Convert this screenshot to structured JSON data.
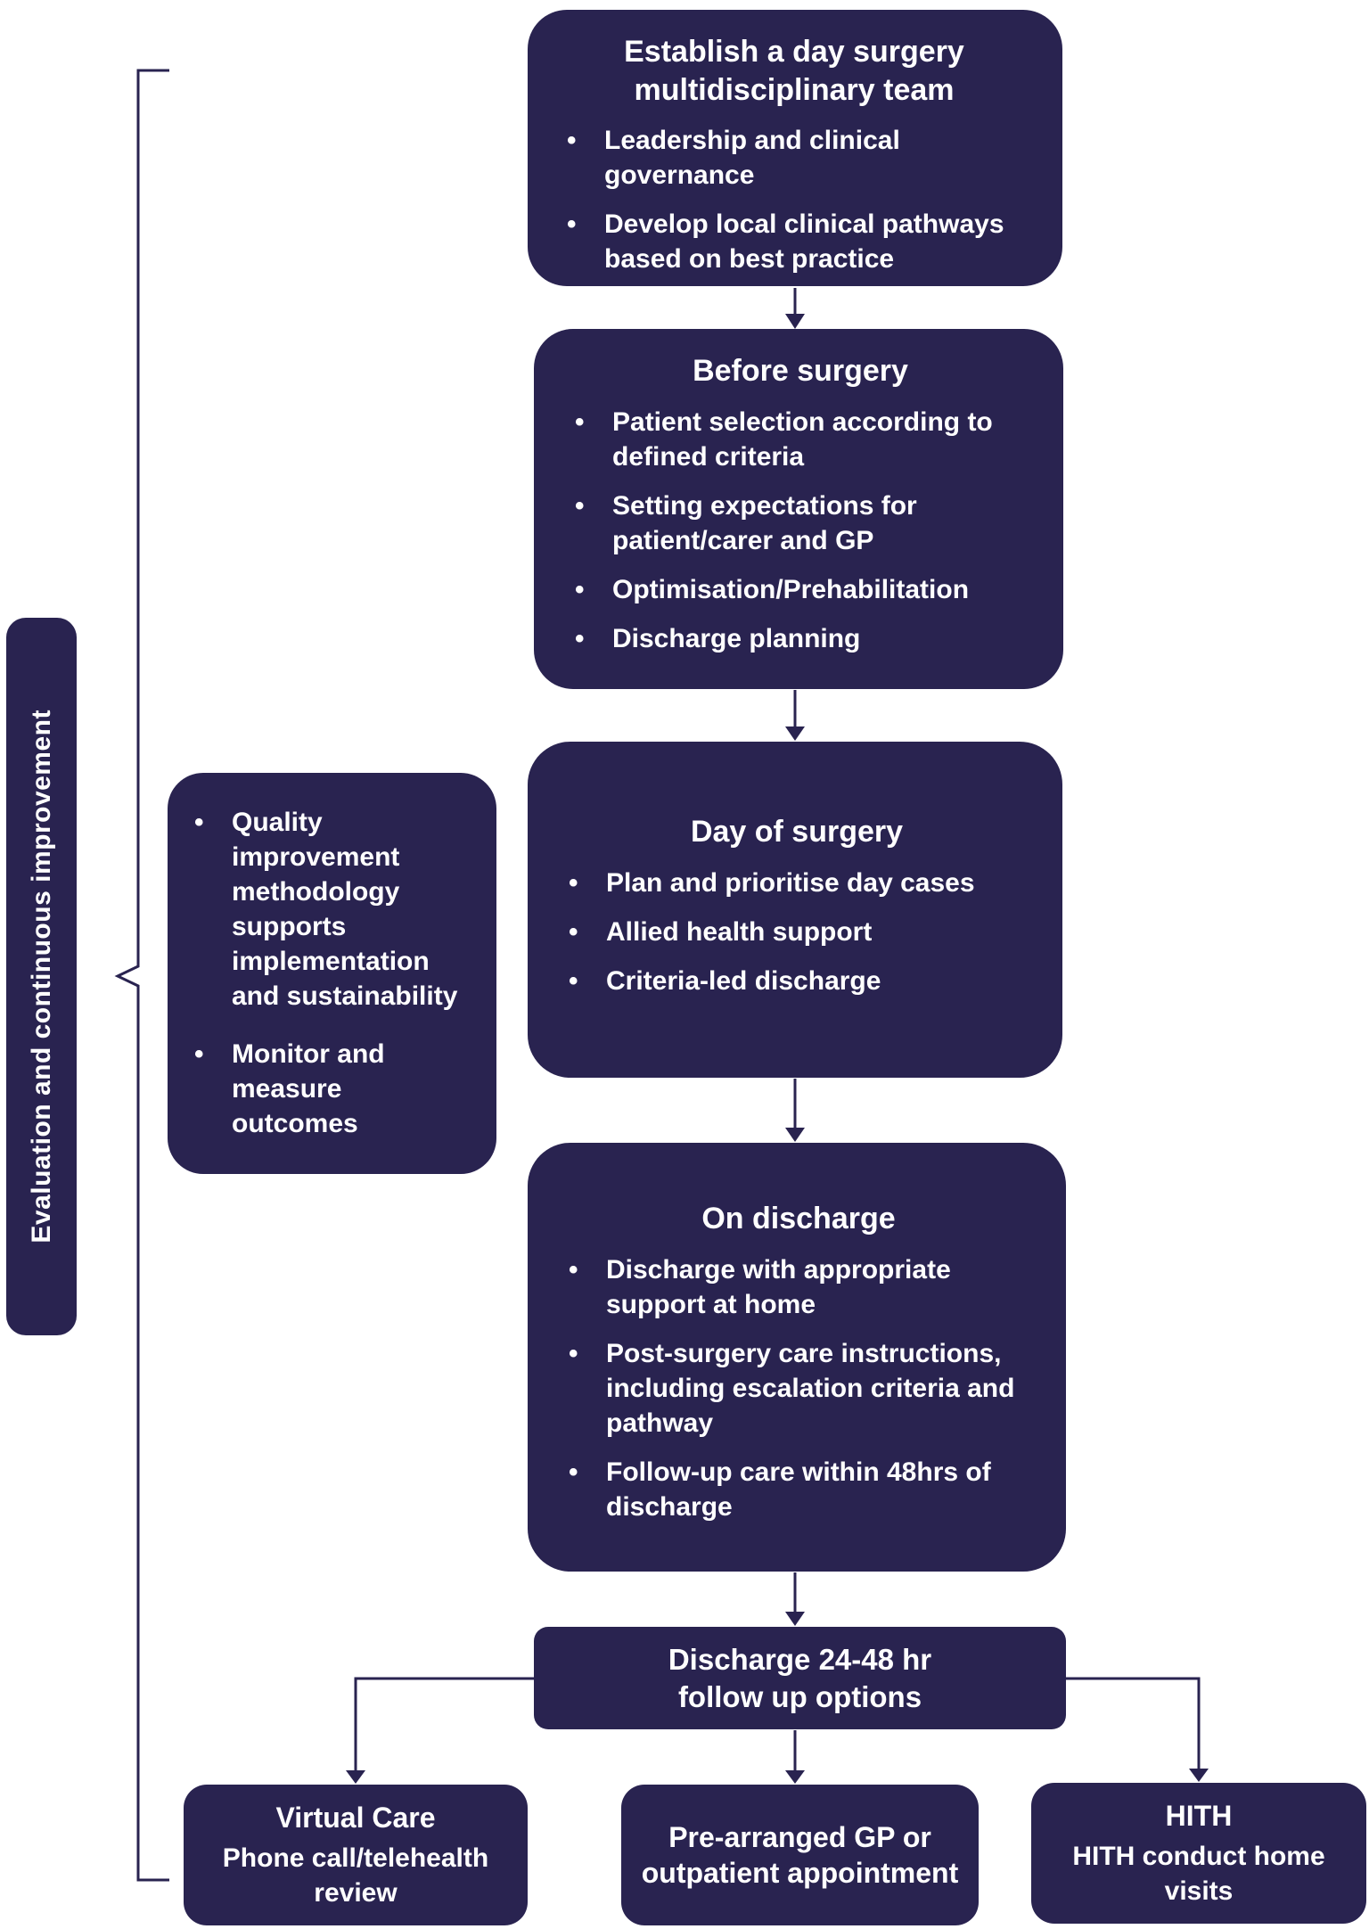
{
  "colors": {
    "navy": "#292350",
    "text": "#ffffff",
    "background": "#ffffff"
  },
  "sidebar": {
    "evaluation_label": "Evaluation and continuous improvement",
    "quality_box": {
      "bullets": [
        "Quality improvement methodology supports implementation and sustainability",
        "Monitor and measure outcomes"
      ]
    }
  },
  "flow": {
    "team": {
      "title": "Establish a day surgery\nmultidisciplinary team",
      "bullets": [
        "Leadership and clinical governance",
        "Develop local clinical pathways based on best practice"
      ]
    },
    "before_surgery": {
      "title": "Before surgery",
      "bullets": [
        "Patient selection according to defined criteria",
        "Setting expectations for patient/carer and GP",
        "Optimisation/Prehabilitation",
        "Discharge planning"
      ]
    },
    "day_of_surgery": {
      "title": "Day of surgery",
      "bullets": [
        "Plan and prioritise day cases",
        "Allied health support",
        "Criteria-led discharge"
      ]
    },
    "on_discharge": {
      "title": "On discharge",
      "bullets": [
        "Discharge with appropriate support at home",
        "Post-surgery care instructions, including escalation criteria and pathway",
        "Follow-up care within 48hrs of discharge"
      ]
    },
    "followup_options": {
      "title": "Discharge 24-48 hr\nfollow up options"
    },
    "virtual_care": {
      "title": "Virtual Care",
      "body": "Phone call/telehealth review"
    },
    "gp_appointment": {
      "title": "Pre-arranged GP or outpatient appointment"
    },
    "hith": {
      "title": "HITH",
      "body": "HITH conduct home visits"
    }
  }
}
